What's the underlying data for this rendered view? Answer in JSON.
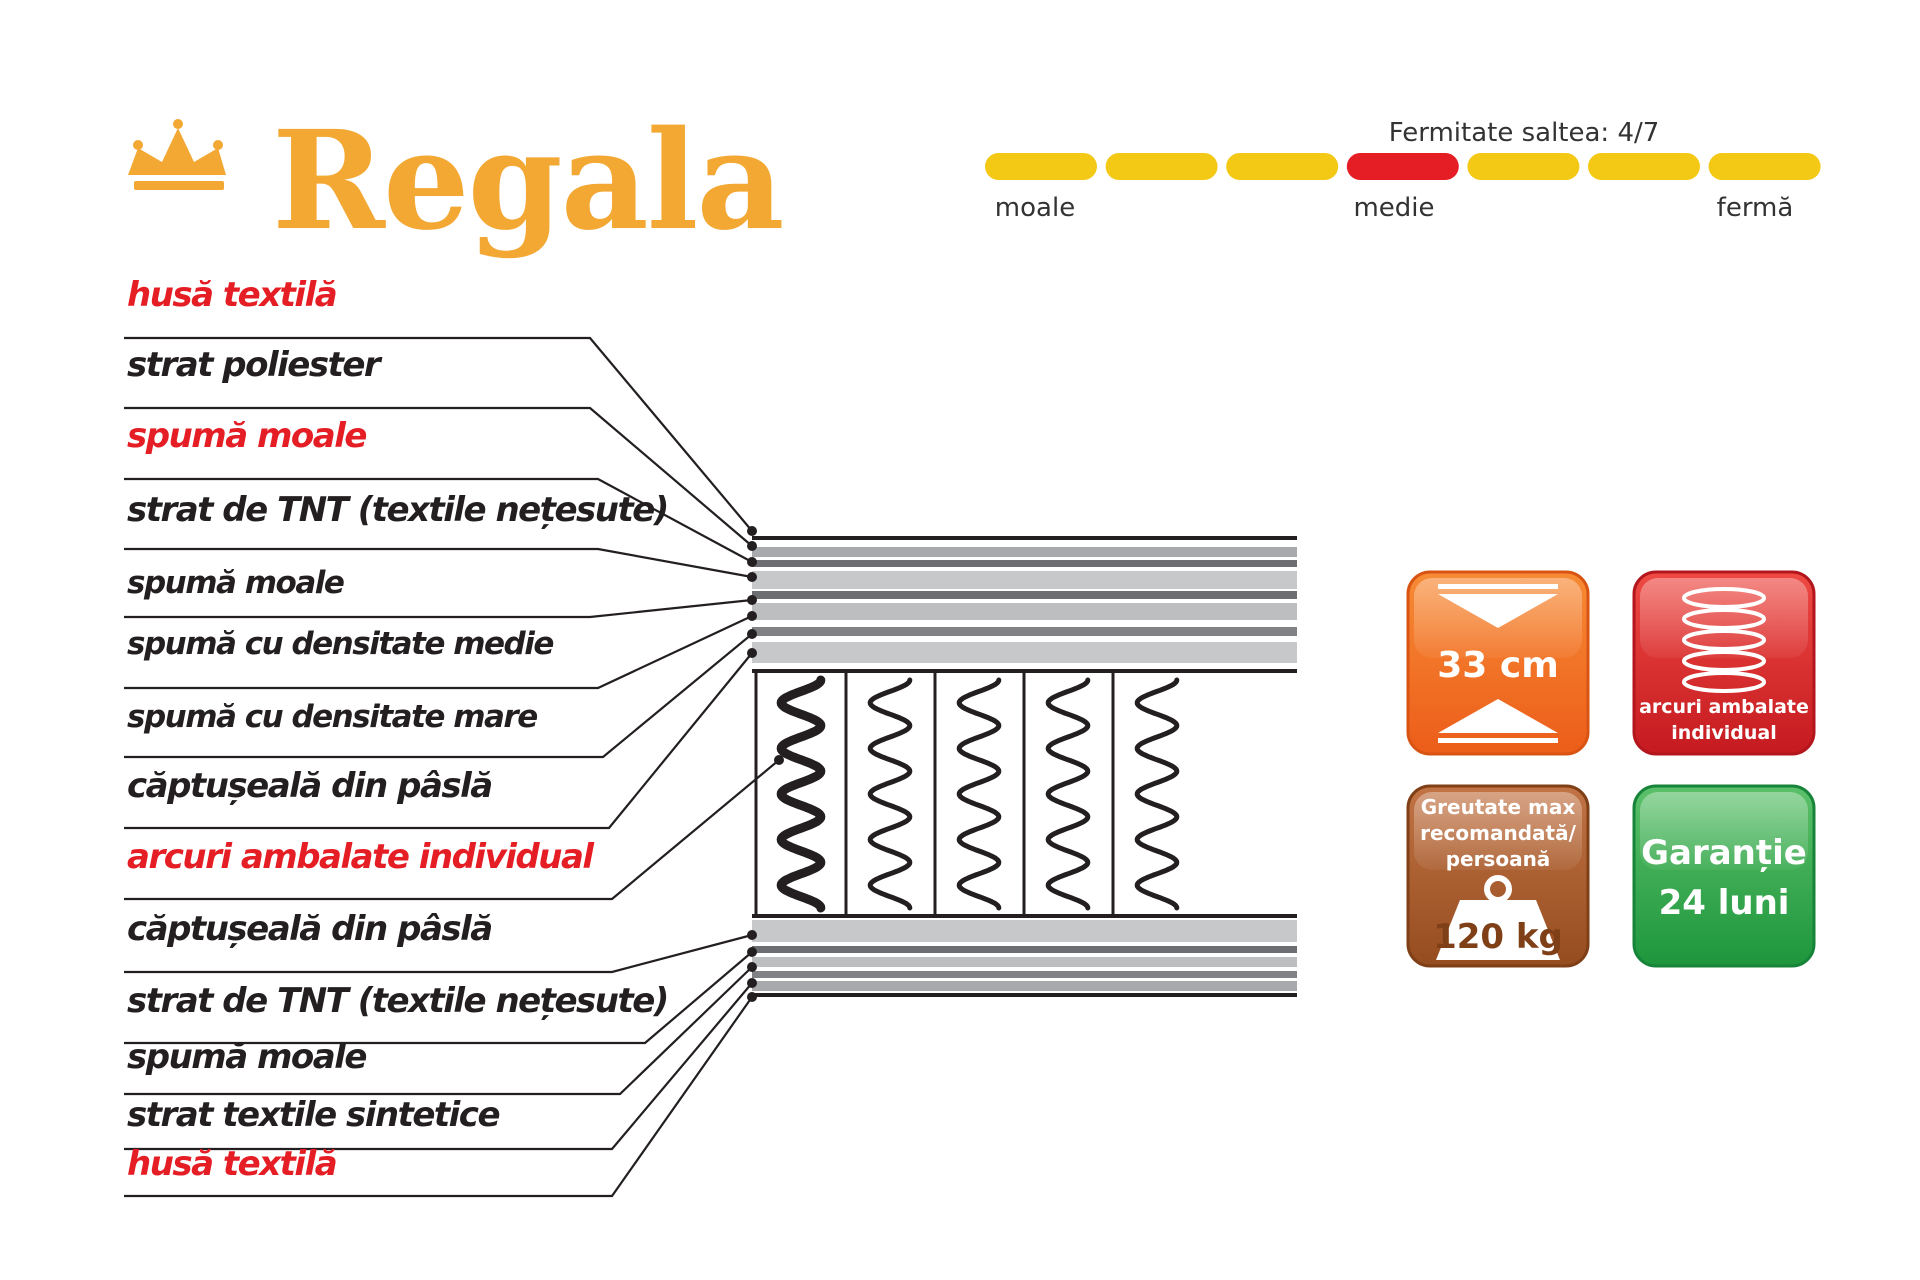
{
  "product": {
    "name": "Regala",
    "icon": "crown-icon"
  },
  "firmness": {
    "caption": "Fermitate saltea: 4/7",
    "value": 4,
    "max": 7,
    "labels": {
      "soft": "moale",
      "medium": "medie",
      "firm": "fermă"
    },
    "colors": {
      "inactive": "#f3c916",
      "active": "#e51d24"
    }
  },
  "layers": [
    {
      "label": "husă textilă",
      "color": "red"
    },
    {
      "label": "strat poliester",
      "color": "black"
    },
    {
      "label": "spumă moale",
      "color": "red"
    },
    {
      "label": "strat de TNT (textile nețesute)",
      "color": "black"
    },
    {
      "label": "spumă moale",
      "color": "black"
    },
    {
      "label": "spumă cu densitate medie",
      "color": "black"
    },
    {
      "label": "spumă cu densitate mare",
      "color": "black"
    },
    {
      "label": "căptușeală din pâslă",
      "color": "black"
    },
    {
      "label": "arcuri ambalate individual",
      "color": "red"
    },
    {
      "label": "căptușeală din pâslă",
      "color": "black"
    },
    {
      "label": "strat de TNT (textile nețesute)",
      "color": "black"
    },
    {
      "label": "spumă moale",
      "color": "black"
    },
    {
      "label": "strat textile sintetice",
      "color": "black"
    },
    {
      "label": "husă textilă",
      "color": "red"
    }
  ],
  "badges": {
    "height": {
      "text": "33 cm",
      "icon": "height-arrows-icon",
      "color": "#ef6a1f"
    },
    "springs": {
      "text_line1": "arcuri ambalate",
      "text_line2": "individual",
      "icon": "spring-coil-icon",
      "color": "#d6222a"
    },
    "weight": {
      "text_line1": "Greutate max",
      "text_line2": "recomandată/",
      "text_line3": "persoană",
      "value": "120 kg",
      "icon": "weight-icon",
      "color": "#a35a2a"
    },
    "warranty": {
      "text_line1": "Garanție",
      "text_line2": "24 luni",
      "color": "#2aa14a"
    }
  }
}
